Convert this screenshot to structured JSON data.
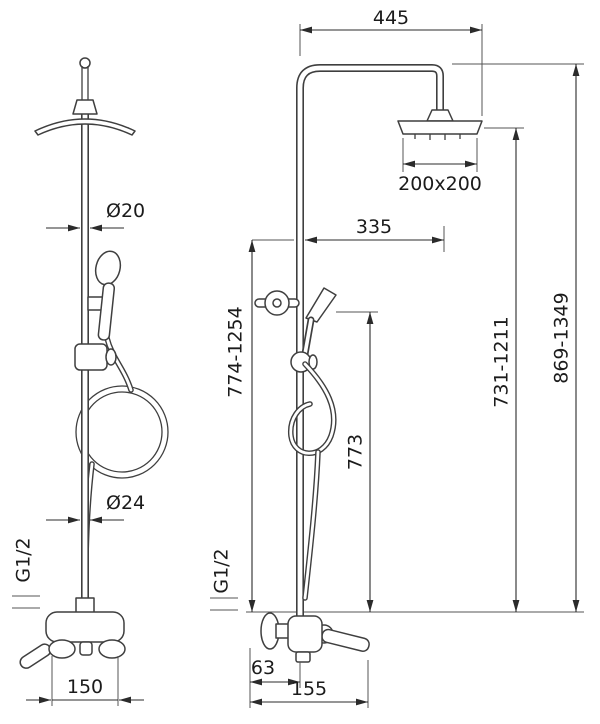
{
  "colors": {
    "line": "#3f3f3f",
    "dimension": "#2b2b2b",
    "background": "#ffffff"
  },
  "dimensions": {
    "arm_reach": "445",
    "head_size": "200x200",
    "head_offset": "335",
    "column_range": "774-1254",
    "head_height_range": "731-1211",
    "total_height_range": "869-1349",
    "hose_height": "773",
    "upper_diameter": "Ø20",
    "lower_diameter": "Ø24",
    "front_thread": "G1/2",
    "side_thread": "G1/2",
    "base_width": "150",
    "wall_offset": "63",
    "base_depth": "155"
  }
}
